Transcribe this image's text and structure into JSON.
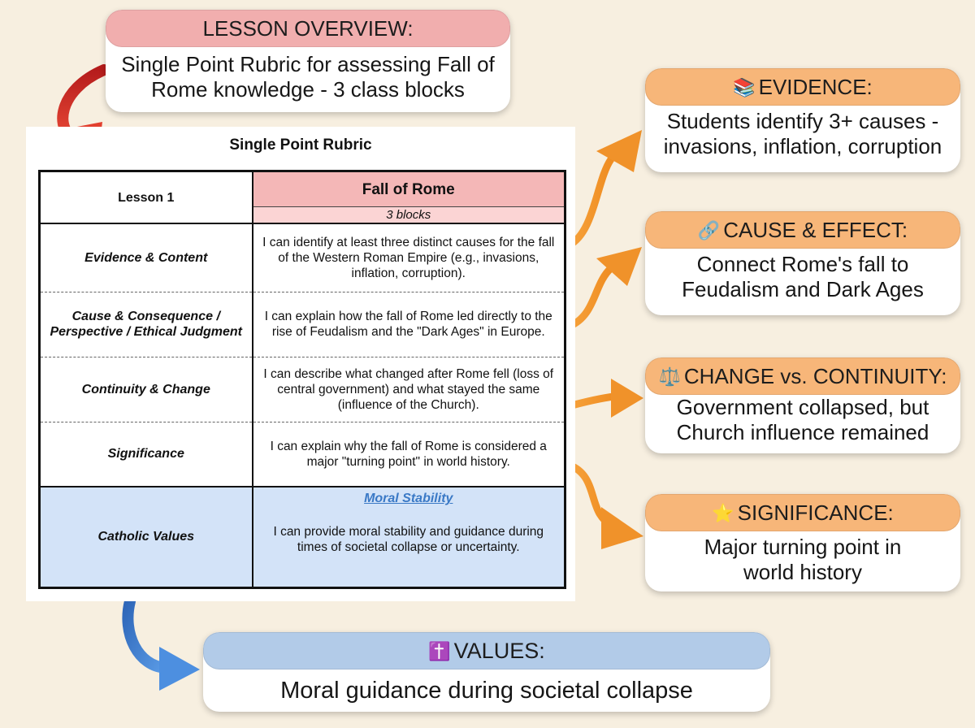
{
  "lesson_overview": {
    "header": "LESSON OVERVIEW:",
    "body": "Single Point Rubric for assessing Fall of Rome knowledge - 3 class blocks"
  },
  "rubric": {
    "title": "Single Point Rubric",
    "lesson_label": "Lesson 1",
    "topic": "Fall of Rome",
    "duration": "3 blocks",
    "rows": [
      {
        "criterion": "Evidence & Content",
        "descriptor": "I can identify at least three distinct causes for the fall of the Western Roman Empire (e.g., invasions, inflation, corruption)."
      },
      {
        "criterion": "Cause & Consequence / Perspective / Ethical Judgment",
        "descriptor": "I can explain how the fall of Rome led directly to the rise of Feudalism and the \"Dark Ages\" in Europe."
      },
      {
        "criterion": "Continuity & Change",
        "descriptor": "I can describe what changed after Rome fell (loss of central government) and what stayed the same (influence of the Church)."
      },
      {
        "criterion": "Significance",
        "descriptor": "I can explain why the fall of Rome is considered a major \"turning point\" in world history."
      }
    ],
    "values_row": {
      "criterion": "Catholic Values",
      "heading": "Moral Stability",
      "descriptor": "I can provide moral stability and guidance during times of societal collapse or uncertainty."
    }
  },
  "callouts": {
    "evidence": {
      "icon": "books-icon",
      "emoji": "📚",
      "header": "EVIDENCE:",
      "body": "Students identify 3+ causes - invasions, inflation, corruption"
    },
    "cause_effect": {
      "icon": "link-icon",
      "emoji": "🔗",
      "header": "CAUSE & EFFECT:",
      "body": "Connect Rome's fall to Feudalism and Dark Ages"
    },
    "change": {
      "icon": "scales-icon",
      "emoji": "⚖️",
      "header": "CHANGE vs. CONTINUITY:",
      "body": "Government collapsed, but Church influence remained"
    },
    "significance": {
      "icon": "star-icon",
      "emoji": "⭐",
      "header": "SIGNIFICANCE:",
      "body": "Major turning point in world history"
    },
    "values": {
      "icon": "cross-icon",
      "emoji": "✝️",
      "header": "VALUES:",
      "body": "Moral guidance during societal collapse"
    }
  },
  "colors": {
    "background": "#f7efe0",
    "overview_header": "#f1aeae",
    "callout_header": "#f7b679",
    "values_header": "#b2cbe8",
    "criterion_text": "#b01818",
    "arrow_red": "#d8362c",
    "arrow_orange": "#f39a2e",
    "arrow_blue": "#3f7fd0"
  }
}
